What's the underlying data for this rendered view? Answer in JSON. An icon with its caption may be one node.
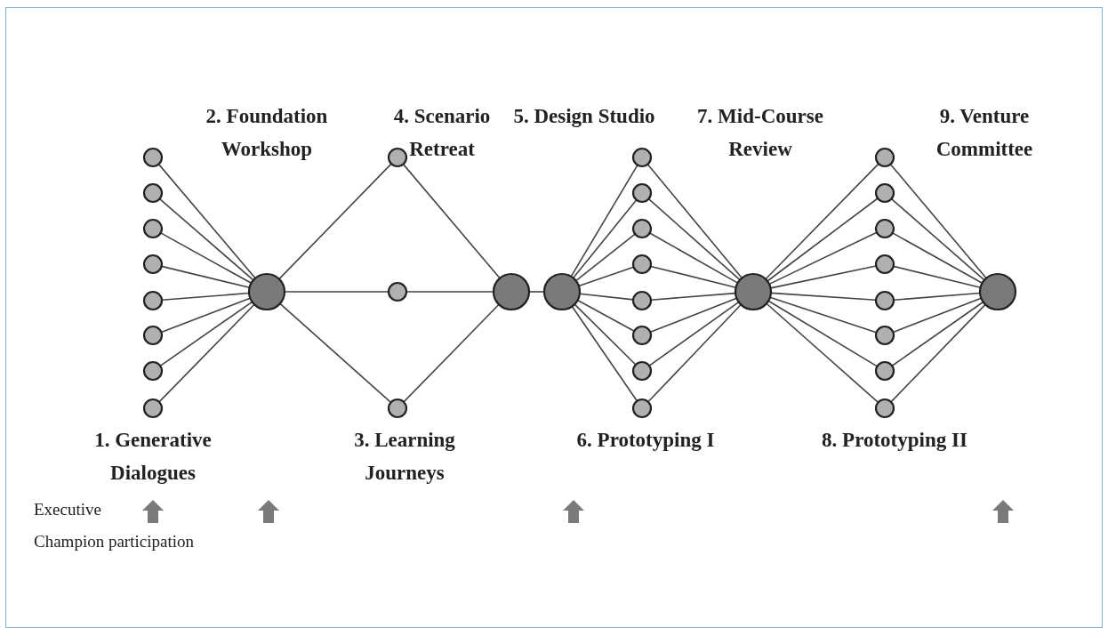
{
  "diagram": {
    "nodes": [
      {
        "text": [],
        "shape": "circle"
      },
      {
        "text": [],
        "shape": "circle"
      },
      {
        "text": [],
        "shape": "circle"
      },
      {
        "text": [],
        "shape": "circle"
      },
      {
        "text": [],
        "shape": "circle"
      },
      {
        "text": [],
        "shape": "circle"
      },
      {
        "text": [],
        "shape": "circle"
      },
      {
        "text": [],
        "shape": "circle"
      },
      {
        "text": [],
        "shape": "circle"
      },
      {
        "text": [],
        "shape": "circle"
      },
      {
        "text": [],
        "shape": "circle"
      },
      {
        "text": [],
        "shape": "circle"
      },
      {
        "text": [],
        "shape": "circle"
      },
      {
        "text": [],
        "shape": "circle"
      },
      {
        "text": [],
        "shape": "circle"
      },
      {
        "text": [],
        "shape": "circle"
      },
      {
        "text": [],
        "shape": "circle"
      },
      {
        "text": [],
        "shape": "circle"
      },
      {
        "text": [],
        "shape": "circle"
      },
      {
        "text": [],
        "shape": "circle"
      },
      {
        "text": [],
        "shape": "circle"
      },
      {
        "text": [],
        "shape": "circle"
      },
      {
        "text": [],
        "shape": "circle"
      },
      {
        "text": [],
        "shape": "circle"
      },
      {
        "text": [],
        "shape": "circle"
      },
      {
        "text": [],
        "shape": "circle"
      },
      {
        "text": [],
        "shape": "circle"
      },
      {
        "text": [],
        "shape": "circle"
      },
      {
        "text": [],
        "shape": "circle"
      },
      {
        "text": [],
        "shape": "circle"
      },
      {
        "text": [],
        "shape": "circle"
      },
      {
        "text": [],
        "shape": "circle"
      }
    ],
    "edges": [
      {
        "from": 0,
        "to": 8,
        "arrow": "none"
      },
      {
        "from": 1,
        "to": 8,
        "arrow": "none"
      },
      {
        "from": 2,
        "to": 8,
        "arrow": "none"
      },
      {
        "from": 3,
        "to": 8,
        "arrow": "none"
      },
      {
        "from": 4,
        "to": 8,
        "arrow": "none"
      },
      {
        "from": 5,
        "to": 8,
        "arrow": "none"
      },
      {
        "from": 6,
        "to": 8,
        "arrow": "none"
      },
      {
        "from": 7,
        "to": 8,
        "arrow": "none"
      },
      {
        "from": 8,
        "to": 9,
        "arrow": "none"
      },
      {
        "from": 8,
        "to": 10,
        "arrow": "none"
      },
      {
        "from": 8,
        "to": 11,
        "arrow": "none"
      },
      {
        "from": 9,
        "to": 12,
        "arrow": "none"
      },
      {
        "from": 10,
        "to": 12,
        "arrow": "none"
      },
      {
        "from": 11,
        "to": 12,
        "arrow": "none"
      },
      {
        "from": 12,
        "to": 13,
        "arrow": "none"
      },
      {
        "from": 13,
        "to": 14,
        "arrow": "none"
      },
      {
        "from": 13,
        "to": 15,
        "arrow": "none"
      },
      {
        "from": 13,
        "to": 16,
        "arrow": "none"
      },
      {
        "from": 13,
        "to": 17,
        "arrow": "none"
      },
      {
        "from": 13,
        "to": 18,
        "arrow": "none"
      },
      {
        "from": 13,
        "to": 19,
        "arrow": "none"
      },
      {
        "from": 13,
        "to": 20,
        "arrow": "none"
      },
      {
        "from": 13,
        "to": 21,
        "arrow": "none"
      },
      {
        "from": 14,
        "to": 22,
        "arrow": "none"
      },
      {
        "from": 15,
        "to": 22,
        "arrow": "none"
      },
      {
        "from": 16,
        "to": 22,
        "arrow": "none"
      },
      {
        "from": 17,
        "to": 22,
        "arrow": "none"
      },
      {
        "from": 18,
        "to": 22,
        "arrow": "none"
      },
      {
        "from": 19,
        "to": 22,
        "arrow": "none"
      },
      {
        "from": 20,
        "to": 22,
        "arrow": "none"
      },
      {
        "from": 21,
        "to": 22,
        "arrow": "none"
      },
      {
        "from": 22,
        "to": 23,
        "arrow": "none"
      },
      {
        "from": 22,
        "to": 24,
        "arrow": "none"
      },
      {
        "from": 22,
        "to": 25,
        "arrow": "none"
      },
      {
        "from": 22,
        "to": 26,
        "arrow": "none"
      },
      {
        "from": 22,
        "to": 27,
        "arrow": "none"
      },
      {
        "from": 22,
        "to": 28,
        "arrow": "none"
      },
      {
        "from": 22,
        "to": 29,
        "arrow": "none"
      },
      {
        "from": 22,
        "to": 30,
        "arrow": "none"
      },
      {
        "from": 23,
        "to": 31,
        "arrow": "none"
      },
      {
        "from": 24,
        "to": 31,
        "arrow": "none"
      },
      {
        "from": 25,
        "to": 31,
        "arrow": "none"
      },
      {
        "from": 26,
        "to": 31,
        "arrow": "none"
      },
      {
        "from": 27,
        "to": 31,
        "arrow": "none"
      },
      {
        "from": 28,
        "to": 31,
        "arrow": "none"
      },
      {
        "from": 29,
        "to": 31,
        "arrow": "none"
      },
      {
        "from": 30,
        "to": 31,
        "arrow": "none"
      }
    ],
    "labels": [
      "2. Foundation Workshop",
      "4. Scenario Retreat",
      "5. Design Studio",
      "7. Mid-Course Review",
      "9. Venture Committee",
      "1. Generative Dialogues",
      "3. Learning Journeys",
      "6. Prototyping I",
      "8. Prototyping II",
      "Executive",
      "Champion participation"
    ]
  }
}
